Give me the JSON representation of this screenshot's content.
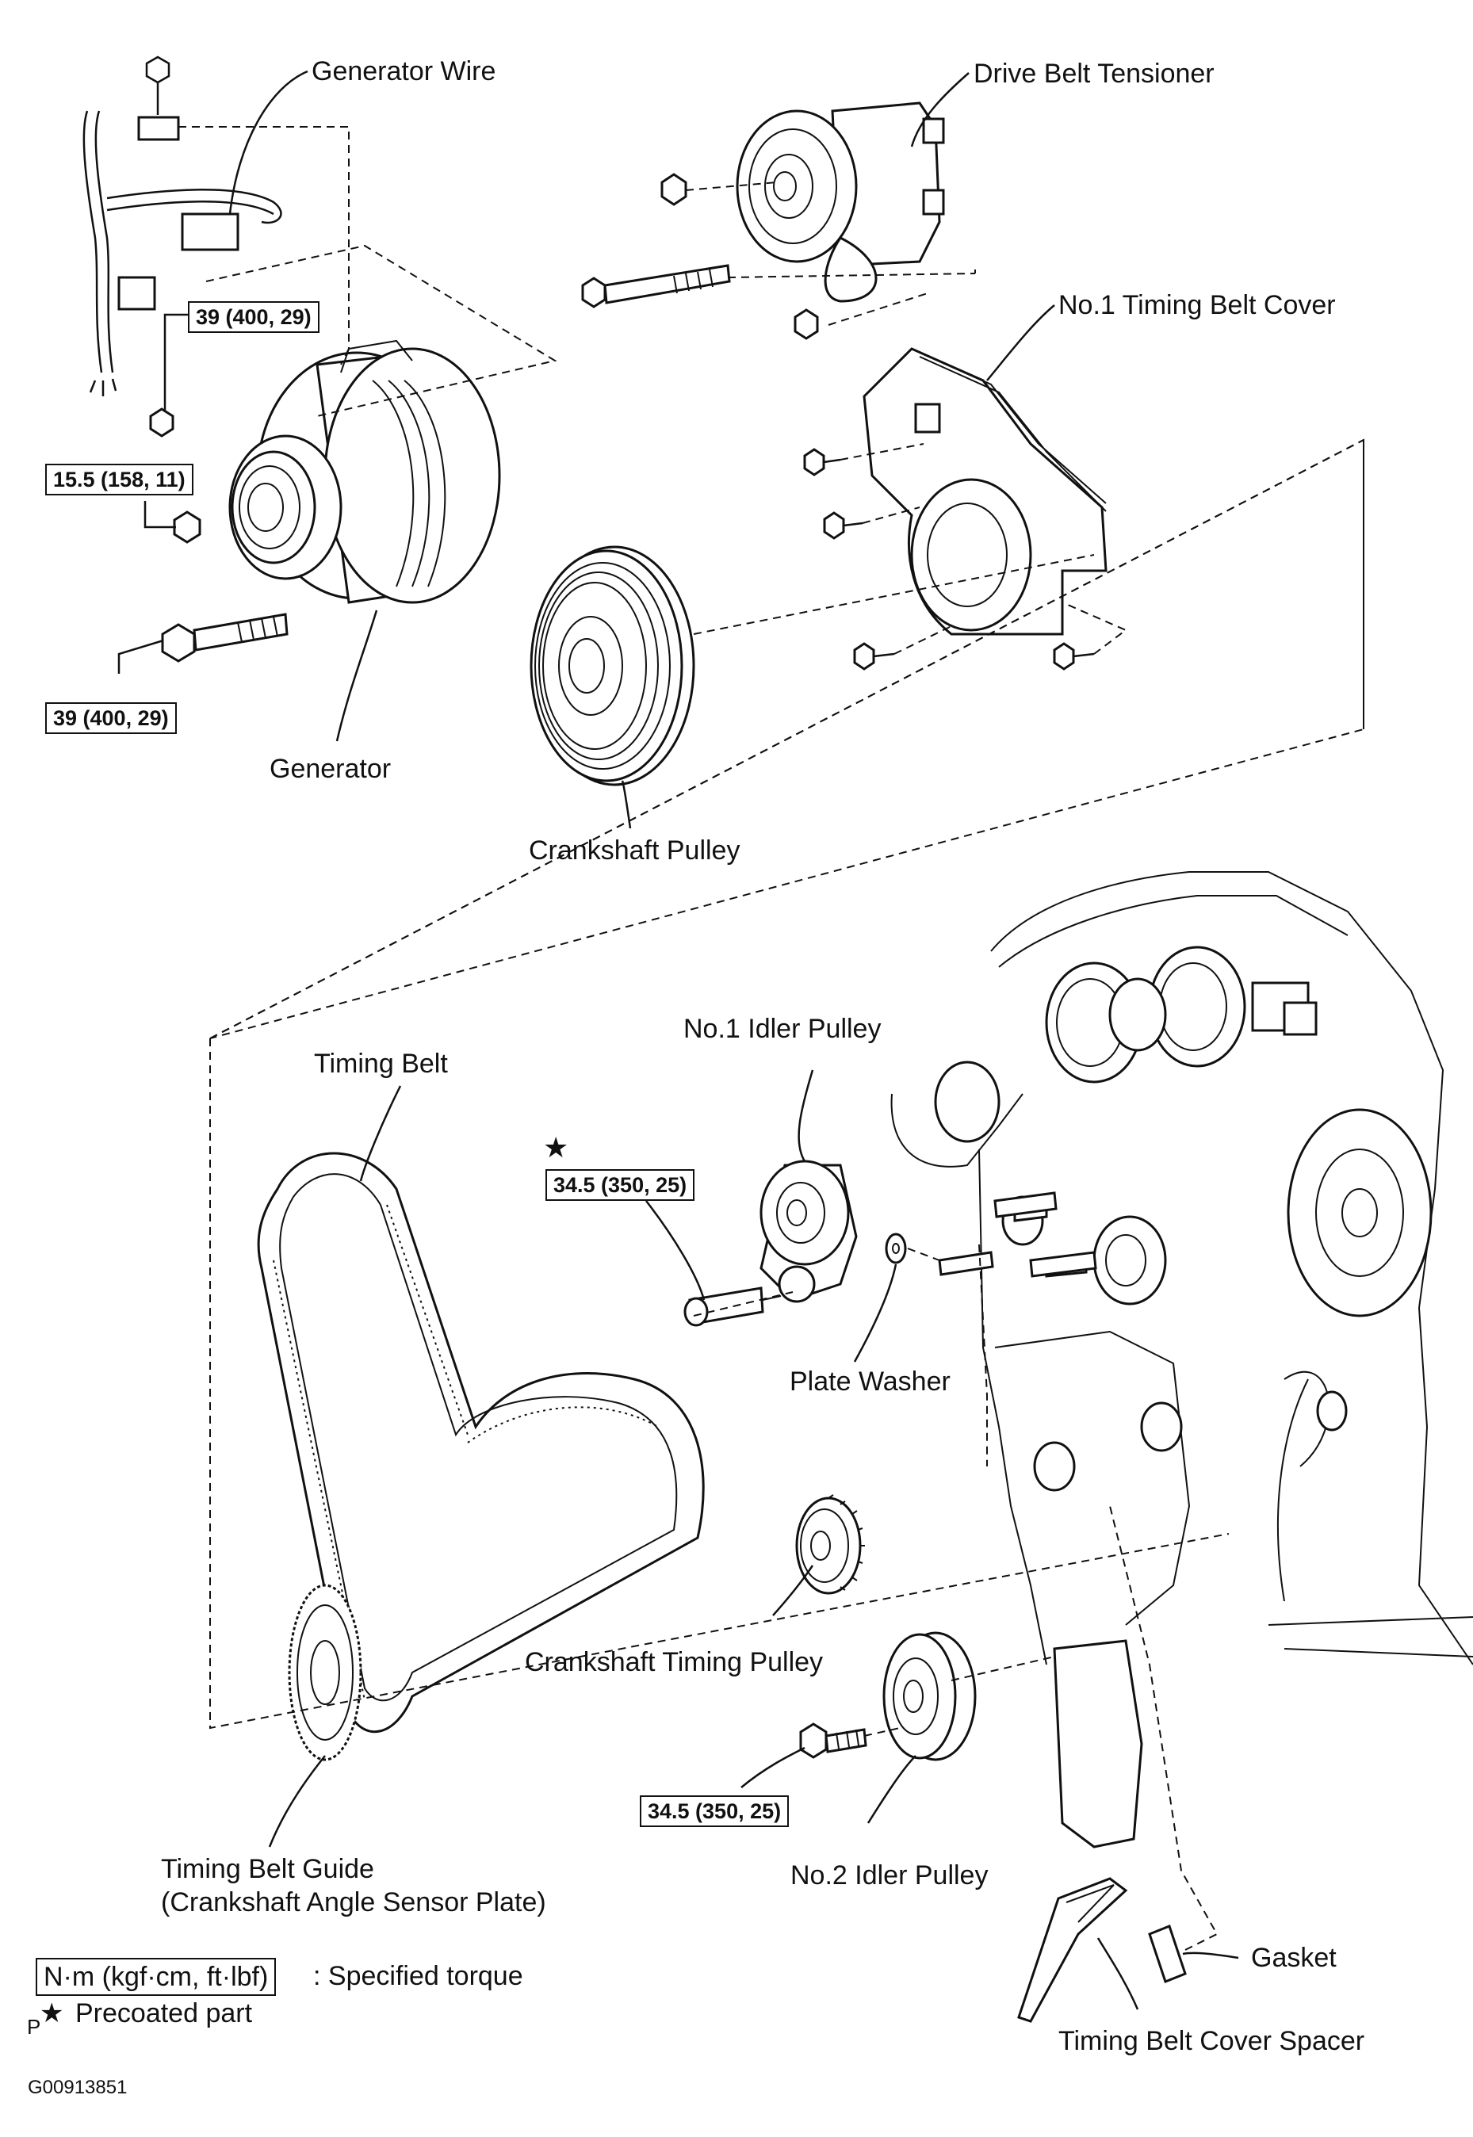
{
  "labels": {
    "generator_wire": "Generator Wire",
    "drive_belt_tensioner": "Drive Belt Tensioner",
    "timing_belt_cover_no1": "No.1 Timing Belt Cover",
    "generator": "Generator",
    "crankshaft_pulley": "Crankshaft Pulley",
    "no1_idler_pulley": "No.1 Idler Pulley",
    "timing_belt": "Timing Belt",
    "plate_washer": "Plate Washer",
    "crankshaft_timing_pulley": "Crankshaft Timing Pulley",
    "no2_idler_pulley": "No.2 Idler Pulley",
    "timing_belt_guide_line1": "Timing Belt Guide",
    "timing_belt_guide_line2": "(Crankshaft Angle Sensor Plate)",
    "gasket": "Gasket",
    "timing_belt_cover_spacer": "Timing Belt Cover Spacer"
  },
  "torque": {
    "generator_wire_nut": "39 (400, 29)",
    "generator_pulley_nut": "15.5 (158, 11)",
    "generator_bolt": "39 (400, 29)",
    "no1_idler_bolt": "34.5 (350, 25)",
    "no2_idler_bolt": "34.5 (350, 25)"
  },
  "legend": {
    "unit_box": "N·m (kgf·cm, ft·lbf)",
    "unit_desc": ": Specified torque",
    "precoat_prefix": "P",
    "precoat_symbol": "★",
    "precoat_desc": "Precoated part"
  },
  "star_marker": "★",
  "figure_id": "G00913851"
}
